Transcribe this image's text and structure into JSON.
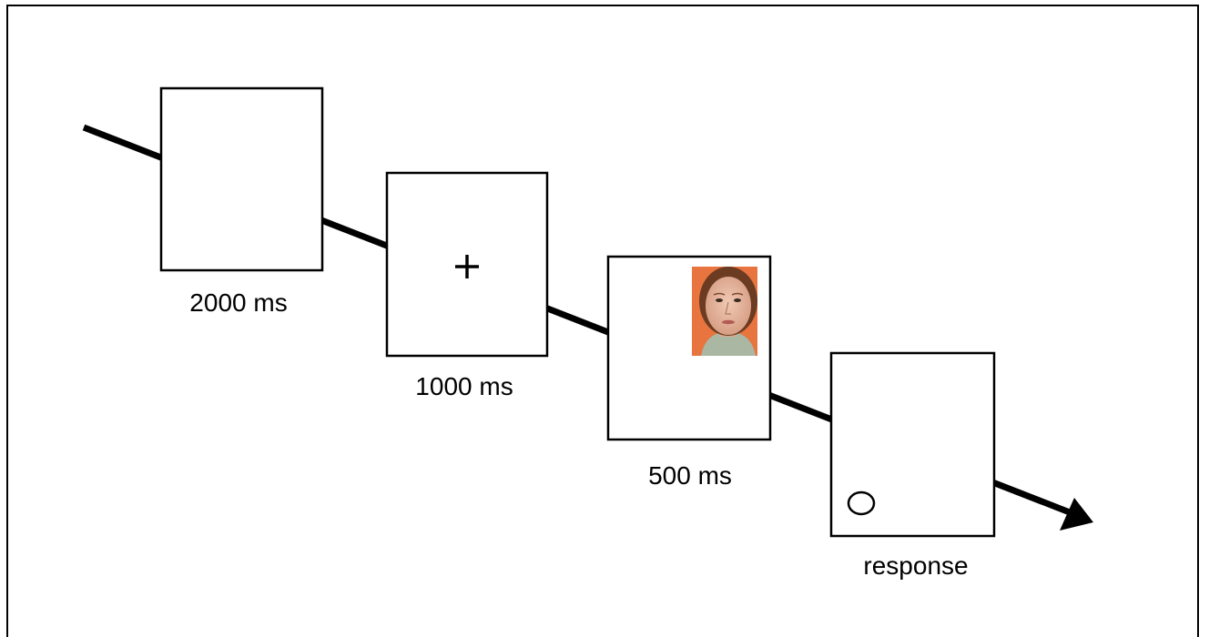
{
  "diagram": {
    "frames": [
      {
        "id": "blank",
        "duration_label": "2000 ms",
        "content": "none"
      },
      {
        "id": "fixation",
        "duration_label": "1000 ms",
        "content": "fixation-cross",
        "symbol": "+"
      },
      {
        "id": "face",
        "duration_label": "500 ms",
        "content": "face-photo",
        "face_background": "#e8743f"
      },
      {
        "id": "response",
        "duration_label": "response",
        "content": "circle"
      }
    ],
    "colors": {
      "line": "#000000",
      "frame_fill": "#ffffff",
      "face_background": "#e8743f"
    }
  }
}
